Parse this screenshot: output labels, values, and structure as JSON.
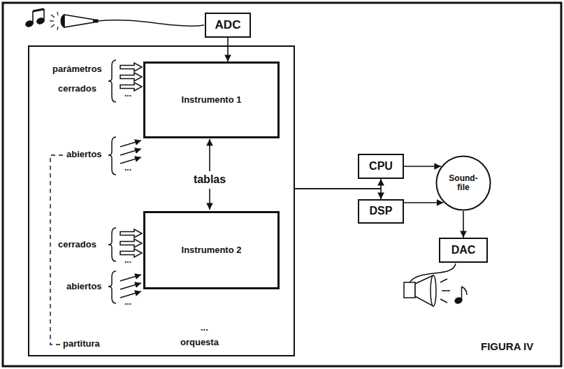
{
  "diagram": {
    "caption": "FIGURA IV",
    "nodes": [
      {
        "text": [
          "ADC"
        ]
      },
      {
        "text": [
          "orquesta"
        ]
      },
      {
        "text": [
          "Instrumento 1"
        ],
        "in": 1
      },
      {
        "text": [
          "Instrumento 2"
        ],
        "in": 1
      },
      {
        "text": [
          "CPU"
        ]
      },
      {
        "text": [
          "DSP"
        ]
      },
      {
        "text": [
          "Sound-file"
        ]
      },
      {
        "text": [
          "DAC"
        ]
      }
    ],
    "edges": [
      {
        "from": 0,
        "to": 2,
        "arrow": "to"
      },
      {
        "from": 1,
        "to": 4,
        "arrow": "to"
      },
      {
        "from": 1,
        "to": 5,
        "arrow": "to"
      },
      {
        "from": 4,
        "to": 6,
        "arrow": "to"
      },
      {
        "from": 5,
        "to": 6,
        "arrow": "to"
      },
      {
        "from": 6,
        "to": 7,
        "arrow": "to"
      }
    ],
    "labels": [
      "parámetros",
      "cerrados",
      "...",
      "abiertos",
      "...",
      "tablas",
      "cerrados",
      "...",
      "abiertos",
      "...",
      "partitura",
      "..."
    ]
  }
}
